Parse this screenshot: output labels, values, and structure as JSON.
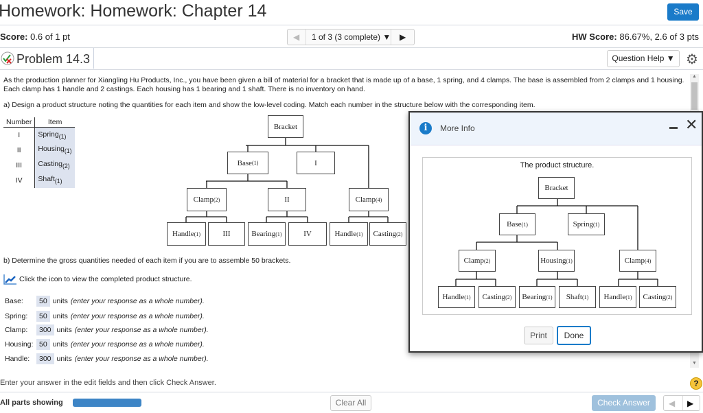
{
  "header": {
    "title": "Homework: Homework: Chapter 14",
    "save": "Save"
  },
  "score": {
    "label": "Score:",
    "value": "0.6 of 1 pt"
  },
  "nav": {
    "position": "1 of 3 (3 complete)",
    "dropdown": "▼",
    "prev": "◀",
    "next": "▶"
  },
  "hw_score": {
    "label": "HW Score:",
    "value": "86.67%, 2.6 of 3 pts"
  },
  "problem": {
    "title": "Problem 14.3",
    "question_help": "Question Help ▼",
    "status_icon": "partial-correct-icon"
  },
  "question": {
    "intro1": "As the production planner for Xiangling Hu Products, Inc., you have been given a bill of material for a bracket that is made up of a base, 1 spring, and 4 clamps. The base is assembled from 2 clamps and 1 housing.",
    "intro2": "Each clamp has 1 handle and 2 castings. Each housing has 1 bearing and 1 shaft. There is no inventory on hand.",
    "part_a": "a) Design a product structure noting the quantities for each item and show the low-level coding. Match each number in the structure below with the corresponding item.",
    "table": {
      "headers": [
        "Number",
        "Item"
      ],
      "rows": [
        {
          "num": "I",
          "item": "Spring",
          "qty": "(1)"
        },
        {
          "num": "II",
          "item": "Housing",
          "qty": "(1)"
        },
        {
          "num": "III",
          "item": "Casting",
          "qty": "(2)"
        },
        {
          "num": "IV",
          "item": "Shaft",
          "qty": "(1)"
        }
      ]
    },
    "tree": {
      "bracket": "Bracket",
      "base": "Base",
      "base_q": "(1)",
      "n1": "I",
      "clamp2": "Clamp",
      "clamp2_q": "(2)",
      "n2": "II",
      "clamp4": "Clamp",
      "clamp4_q": "(4)",
      "handle1": "Handle",
      "handle1_q": "(1)",
      "n3": "III",
      "bearing": "Bearing",
      "bearing_q": "(1)",
      "n4": "IV",
      "handle2": "Handle",
      "handle2_q": "(1)",
      "casting": "Casting",
      "casting_q": "(2)"
    },
    "part_b": "b) Determine the gross quantities needed of each item if you are to assemble 50 brackets.",
    "icon_link": "Click the icon to view the completed product structure.",
    "answers": [
      {
        "label": "Base:",
        "value": "50",
        "units": "units",
        "hint": "(enter your response as a whole number)."
      },
      {
        "label": "Spring:",
        "value": "50",
        "units": "units",
        "hint": "(enter your response as a whole number)."
      },
      {
        "label": "Clamp:",
        "value": "300",
        "units": "units",
        "hint": "(enter your response as a whole number)."
      },
      {
        "label": "Housing:",
        "value": "50",
        "units": "units",
        "hint": "(enter your response as a whole number)."
      },
      {
        "label": "Handle:",
        "value": "300",
        "units": "units",
        "hint": "(enter your response as a whole number)."
      }
    ]
  },
  "modal": {
    "title": "More Info",
    "caption": "The product structure.",
    "print": "Print",
    "done": "Done",
    "tree": {
      "bracket": "Bracket",
      "base": "Base",
      "base_q": "(1)",
      "spring": "Spring",
      "spring_q": "(1)",
      "clamp2": "Clamp",
      "clamp2_q": "(2)",
      "housing": "Housing",
      "housing_q": "(1)",
      "clamp4": "Clamp",
      "clamp4_q": "(4)",
      "handle1": "Handle",
      "handle1_q": "(1)",
      "casting1": "Casting",
      "casting1_q": "(2)",
      "bearing": "Bearing",
      "bearing_q": "(1)",
      "shaft": "Shaft",
      "shaft_q": "(1)",
      "handle2": "Handle",
      "handle2_q": "(1)",
      "casting2": "Casting",
      "casting2_q": "(2)"
    }
  },
  "footer": {
    "instruction": "Enter your answer in the edit fields and then click Check Answer.",
    "all_parts": "All parts showing",
    "progress": 1.0,
    "clear_all": "Clear All",
    "check_answer": "Check Answer",
    "prev": "◀",
    "next": "▶",
    "help": "?"
  },
  "colors": {
    "primary": "#1a7bc9",
    "progress": "#3d85c6",
    "check_disabled": "#9fc1dd",
    "input_bg": "#dde3ef"
  }
}
